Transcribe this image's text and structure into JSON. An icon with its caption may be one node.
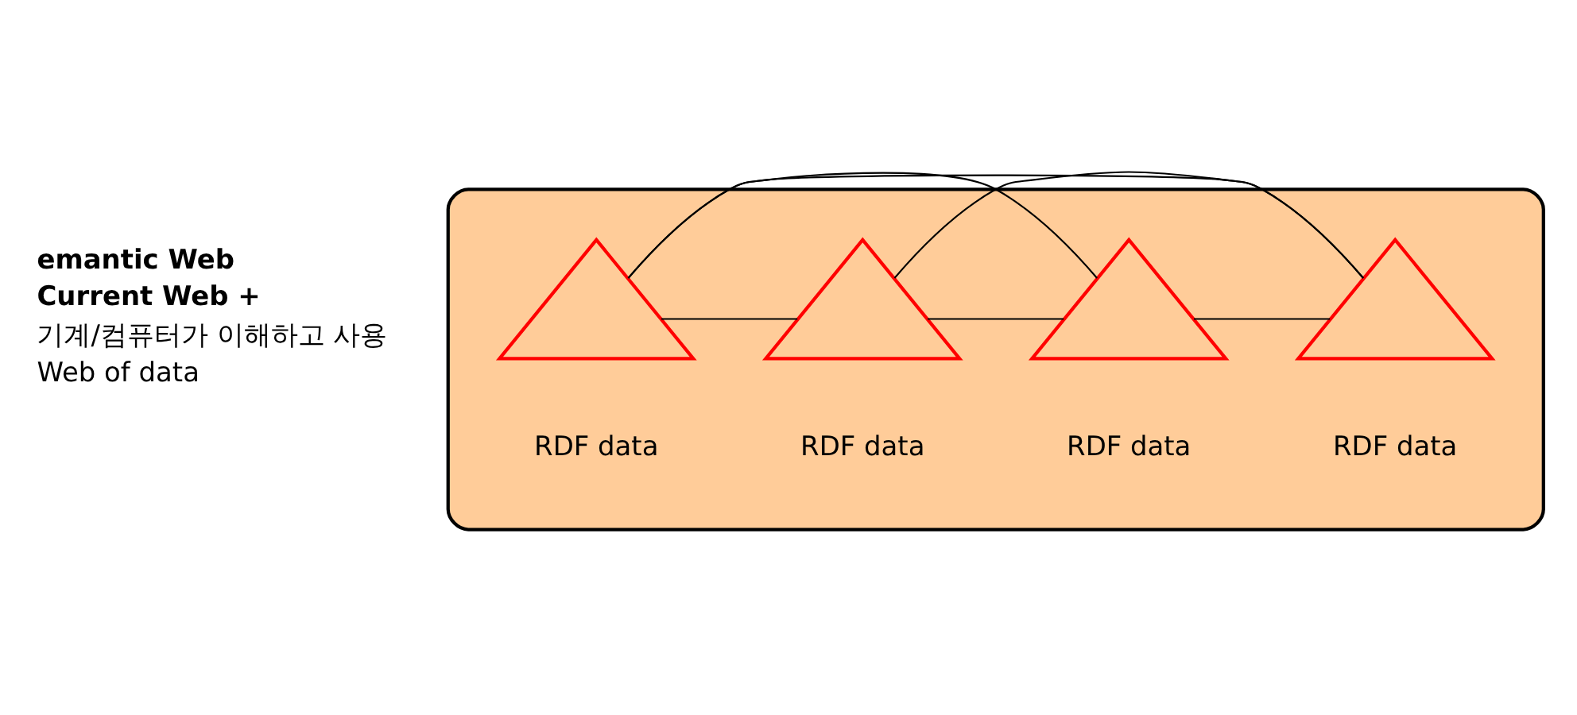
{
  "diagram": {
    "nodes": [
      {
        "text": [],
        "shape": "cloud"
      },
      {
        "text": [],
        "shape": "triangle",
        "beside": [
          "RDF data"
        ],
        "in": 0
      },
      {
        "text": [],
        "shape": "triangle",
        "beside": [
          "RDF data"
        ],
        "in": 0
      },
      {
        "text": [],
        "shape": "triangle",
        "beside": [
          "RDF data"
        ],
        "in": 0
      },
      {
        "text": [],
        "shape": "triangle",
        "beside": [
          "RDF data"
        ],
        "in": 0
      }
    ],
    "edges": [
      {
        "from": 3,
        "to": 1,
        "arrow": "none"
      },
      {
        "from": 3,
        "to": 2,
        "arrow": "none"
      },
      {
        "from": 3,
        "to": 4,
        "arrow": "none"
      },
      {
        "from": 1,
        "to": 2,
        "arrow": "none"
      },
      {
        "from": 1,
        "to": 4,
        "arrow": "none"
      },
      {
        "from": 4,
        "to": 2,
        "arrow": "none"
      }
    ],
    "labels": [
      "emantic Web",
      "Current Web +",
      "기계/컴퓨터가 이해하고 사용",
      "Web of data"
    ]
  }
}
